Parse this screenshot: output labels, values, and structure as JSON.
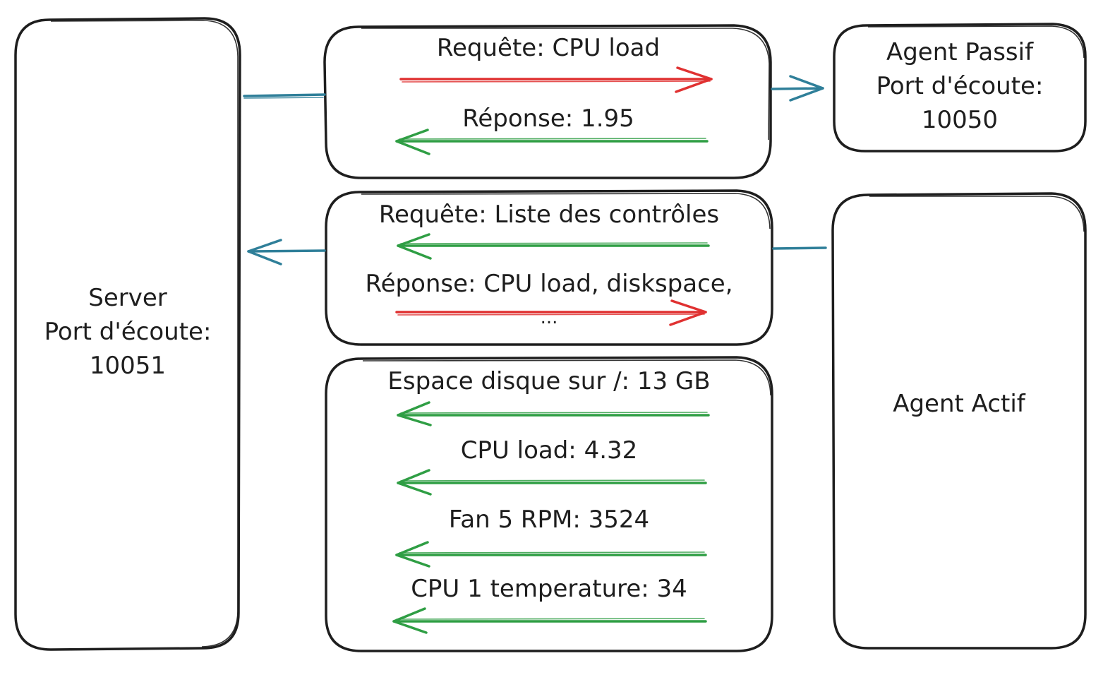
{
  "colors": {
    "ink": "#1e1e1e",
    "request_arrow": "#e03131",
    "response_arrow": "#2f9e44",
    "connector": "#1971c2"
  },
  "server": {
    "line1": "Server",
    "line2": "Port d'écoute:",
    "line3": "10051"
  },
  "agent_passif": {
    "line1": "Agent Passif",
    "line2": "Port d'écoute:",
    "line3": "10050"
  },
  "agent_actif": {
    "label": "Agent Actif"
  },
  "passive_exchange": {
    "request": "Requête: CPU load",
    "response": "Réponse: 1.95"
  },
  "active_exchange": {
    "request": "Requête: Liste des contrôles",
    "response": "Réponse: CPU load, diskspace,",
    "response_cont": "..."
  },
  "active_values": {
    "items": [
      "Espace disque sur /: 13 GB",
      "CPU load: 4.32",
      "Fan 5 RPM: 3524",
      "CPU 1 temperature: 34"
    ]
  }
}
